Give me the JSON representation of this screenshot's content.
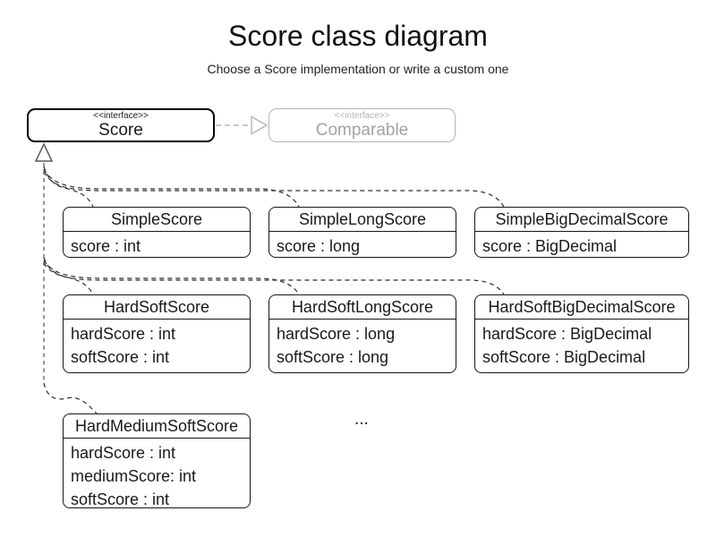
{
  "page": {
    "title": "Score class diagram",
    "subtitle": "Choose a Score implementation or write a custom one"
  },
  "interfaces": {
    "score": {
      "stereotype": "<<interface>>",
      "name": "Score"
    },
    "comparable": {
      "stereotype": "<<interface>>",
      "name": "Comparable"
    }
  },
  "classes": [
    {
      "name": "SimpleScore",
      "attributes": [
        "score : int"
      ]
    },
    {
      "name": "SimpleLongScore",
      "attributes": [
        "score : long"
      ]
    },
    {
      "name": "SimpleBigDecimalScore",
      "attributes": [
        "score : BigDecimal"
      ]
    },
    {
      "name": "HardSoftScore",
      "attributes": [
        "hardScore : int",
        "softScore : int"
      ]
    },
    {
      "name": "HardSoftLongScore",
      "attributes": [
        "hardScore : long",
        "softScore : long"
      ]
    },
    {
      "name": "HardSoftBigDecimalScore",
      "attributes": [
        "hardScore : BigDecimal",
        "softScore : BigDecimal"
      ]
    },
    {
      "name": "HardMediumSoftScore",
      "attributes": [
        "hardScore : int",
        "mediumScore: int",
        "softScore : int"
      ]
    }
  ],
  "ellipsis": "...",
  "relations": {
    "score_to_comparable": "realization",
    "implementations_to_score": "realization"
  },
  "colors": {
    "box_border": "#161616",
    "interface_border": "#000000",
    "muted_border": "#b5b5b5",
    "muted_text": "#a3a3a3",
    "dashed_dark": "#2e2e2e",
    "dashed_gray": "#7f7f7f",
    "background": "#ffffff"
  }
}
